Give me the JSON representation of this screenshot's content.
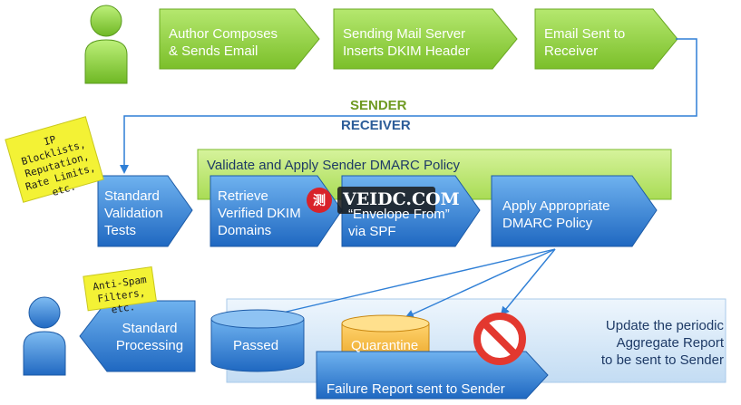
{
  "sender_steps": [
    "Author Composes\n& Sends Email",
    "Sending Mail Server\nInserts DKIM Header",
    "Email Sent to\nReceiver"
  ],
  "divider": {
    "top": "SENDER",
    "bottom": "RECEIVER"
  },
  "validation_tests": "Standard\nValidation\nTests",
  "dmarc_group_title": "Validate and Apply Sender DMARC Policy",
  "dmarc_steps": [
    "Retrieve\nVerified DKIM\nDomains",
    "“Envelope From”\nvia SPF",
    "Apply Appropriate\nDMARC Policy"
  ],
  "sticky_notes": [
    "IP Blocklists,\nReputation,\nRate Limits,\netc.",
    "Anti-Spam\nFilters, etc."
  ],
  "processing": "Standard\nProcessing",
  "outcomes": {
    "passed": "Passed",
    "quarantine": "Quarantine"
  },
  "failure_report": "Failure Report sent to Sender",
  "aggregate_report": "Update the periodic\nAggregate Report\nto be sent to Sender",
  "watermark": "VEIDC.COM",
  "watermark_badge": "测",
  "colors": {
    "green": "#8cc63f",
    "green_dark": "#5a9a1e",
    "blue": "#2f7fd6",
    "blue_dark": "#1c5aa6",
    "sender_text": "#6f9a22",
    "receiver_text": "#2d5d99",
    "sticky": "#f3f235",
    "quarantine": "#f4b73a",
    "forbidden": "#e3382f"
  }
}
